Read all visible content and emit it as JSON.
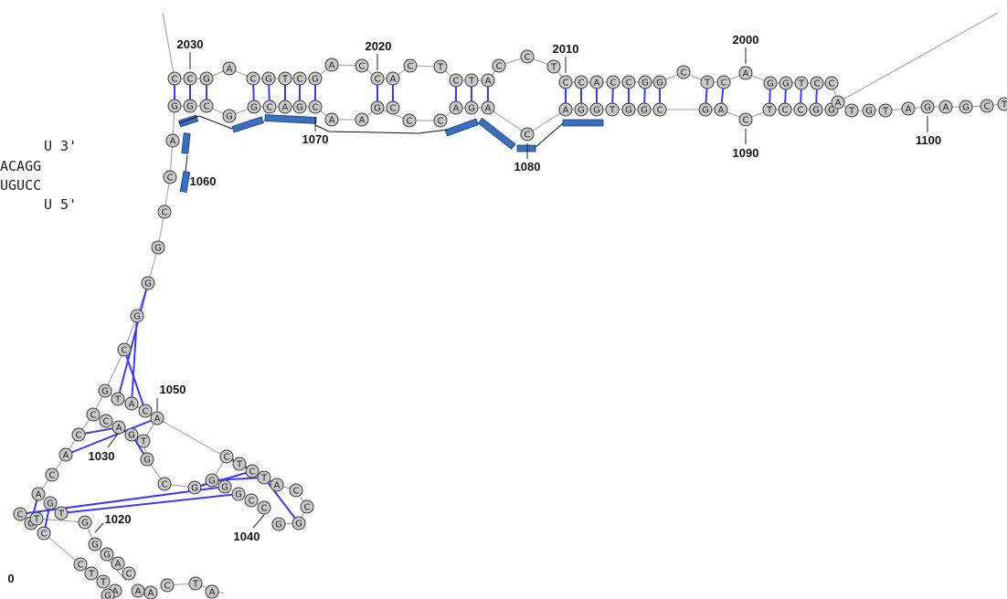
{
  "diagram": {
    "type": "rna-secondary-structure",
    "colors": {
      "pair": "#3a3aff",
      "backbone": "#9a9a9a",
      "nucleotide_fill": "#c9c9c9",
      "interaction": "#3a6fbf"
    },
    "position_labels": [
      "2030",
      "2020",
      "2010",
      "2000",
      "1060",
      "1070",
      "1080",
      "1090",
      "1100",
      "1050",
      "1030",
      "1040",
      "1020",
      "0"
    ],
    "helix_legend": [
      "U 3'",
      "ACAGG",
      "UGUCC",
      "U 5'"
    ],
    "nucleotides": [
      "C",
      "C",
      "G",
      "A",
      "C",
      "G",
      "T",
      "C",
      "G",
      "A",
      "C",
      "C",
      "A",
      "C",
      "T",
      "C",
      "T",
      "A",
      "C",
      "C",
      "T",
      "C",
      "C",
      "A",
      "C",
      "C",
      "G",
      "G",
      "C",
      "T",
      "C",
      "A",
      "G",
      "G",
      "T",
      "C",
      "C",
      "G",
      "G",
      "C",
      "G",
      "G",
      "C",
      "A",
      "G",
      "C",
      "A",
      "A",
      "G",
      "C",
      "C",
      "C",
      "A",
      "G",
      "A",
      "C",
      "A",
      "G",
      "G",
      "T",
      "G",
      "G",
      "C",
      "G",
      "A",
      "C",
      "T",
      "C",
      "C",
      "G",
      "G",
      "A",
      "T",
      "G",
      "T",
      "A",
      "G",
      "A",
      "G",
      "C",
      "T",
      "A",
      "C",
      "C",
      "G",
      "G",
      "G",
      "C",
      "G",
      "T",
      "A",
      "C",
      "C",
      "C",
      "A",
      "G",
      "A",
      "T",
      "C",
      "G",
      "A",
      "C",
      "C",
      "G",
      "G",
      "C",
      "T",
      "C",
      "T",
      "A",
      "C",
      "C",
      "G",
      "G",
      "C",
      "C",
      "G",
      "G",
      "A",
      "G",
      "T",
      "C",
      "G",
      "C",
      "G",
      "G",
      "G",
      "A",
      "C",
      "C",
      "T",
      "T",
      "A",
      "A",
      "A",
      "C",
      "T",
      "T",
      "A",
      "G"
    ]
  }
}
